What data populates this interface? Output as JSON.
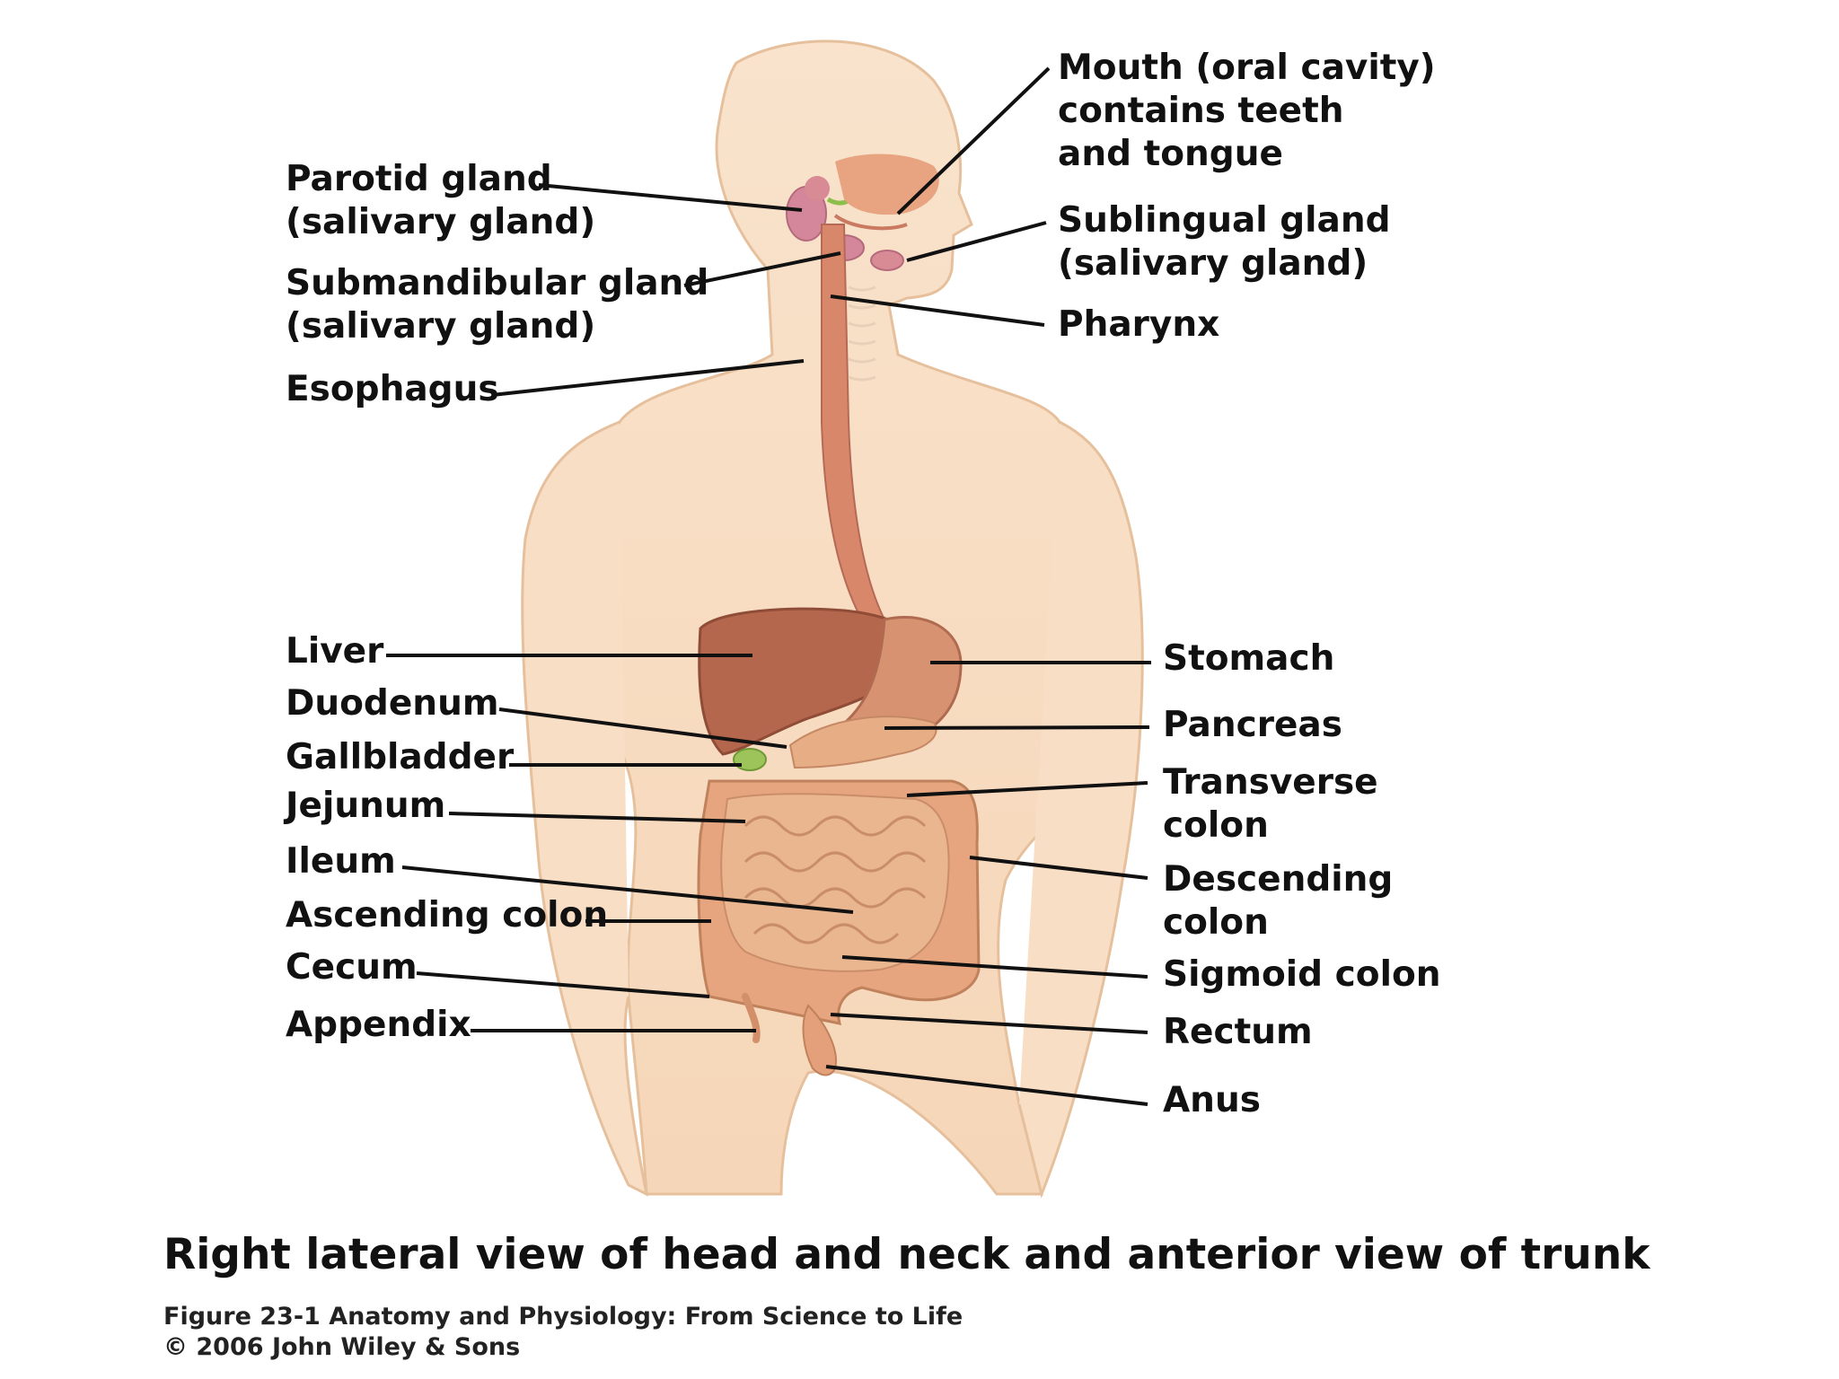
{
  "labels": {
    "mouth": "Mouth (oral cavity)\ncontains teeth\nand tongue",
    "parotid": "Parotid gland\n(salivary gland)",
    "sublingual": "Sublingual gland\n(salivary gland)",
    "submandibular": "Submandibular gland\n(salivary gland)",
    "pharynx": "Pharynx",
    "esophagus": "Esophagus",
    "liver": "Liver",
    "stomach": "Stomach",
    "duodenum": "Duodenum",
    "pancreas": "Pancreas",
    "gallbladder": "Gallbladder",
    "transverse_colon": "Transverse\ncolon",
    "jejunum": "Jejunum",
    "ileum": "Ileum",
    "descending_colon": "Descending\ncolon",
    "ascending_colon": "Ascending colon",
    "cecum": "Cecum",
    "sigmoid_colon": "Sigmoid colon",
    "appendix": "Appendix",
    "rectum": "Rectum",
    "anus": "Anus"
  },
  "caption": "Right lateral view of head and neck and anterior view of trunk",
  "figure_credit": {
    "line1": "Figure 23-1  Anatomy and Physiology: From Science to Life",
    "line2": "© 2006 John Wiley & Sons"
  },
  "colors": {
    "skin": "#f7dcc0",
    "skin_outline": "#e9c3a0",
    "organ": "#e3a27a",
    "liver": "#b5674d",
    "gallbladder": "#9cc45a",
    "salivary": "#d88a95"
  }
}
